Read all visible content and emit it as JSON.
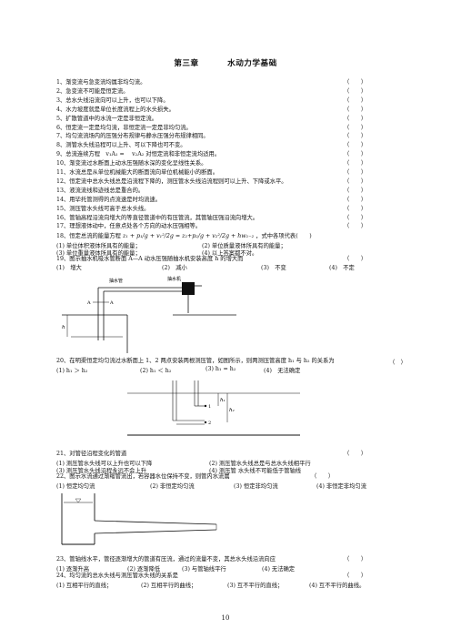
{
  "header": {
    "chapter": "第三章",
    "title": "水动力学基础"
  },
  "questions": [
    {
      "id": "q1",
      "text": "1、渐变流与急变流均属非均匀流。",
      "bracket": "（　　）"
    },
    {
      "id": "q2",
      "text": "2、急变流不可能是恒定流。",
      "bracket": "（　　）"
    },
    {
      "id": "q3",
      "text": "3、总水头线沿流向可以上升，也可以下降。",
      "bracket": "（　　）"
    },
    {
      "id": "q4",
      "text": "4、水力坡度就是单位长度流程上的水头损失。",
      "bracket": "（　　）"
    },
    {
      "id": "q5",
      "text": "5、扩散管道中的水流一定是非恒定流。",
      "bracket": "（　　）"
    },
    {
      "id": "q6",
      "text": "6、恒定流一定是均匀流，非恒定流一定是非均匀流。",
      "bracket": "（　　）"
    },
    {
      "id": "q7",
      "text": "7、均匀流流场内的压强分布规律与静水压强分布规律相同。",
      "bracket": "（　　）"
    },
    {
      "id": "q8",
      "text": "8、测管水头线沿程可以上升、可以下降也可不变。",
      "bracket": "（　　）"
    },
    {
      "id": "q9",
      "text": "9、总流连续方程　v₁A₁ = 　v₂A₂ 对恒定流和非恒定流均适用。",
      "bracket": "（　　）"
    },
    {
      "id": "q10",
      "text": "10、渐变流过水断面上动水压强随水深的变化呈线性关系。",
      "bracket": "（　　）"
    },
    {
      "id": "q11",
      "text": "11、水流总是从单位机械能大的断面流向单位机械能小的断面。",
      "bracket": "（　　）"
    },
    {
      "id": "q12",
      "text": "12、恒定流中总水头线总是沿流程下降的，测压管水头线沿流程则可以上升、下降或水平。",
      "bracket": "（　　）"
    },
    {
      "id": "q13",
      "text": "13、液流流线和迹线总是重合的。",
      "bracket": "（　　）"
    },
    {
      "id": "q14",
      "text": "14、用毕托管测得的点流速是时均流速。",
      "bracket": "（　　）"
    },
    {
      "id": "q15",
      "text": "15、测压管水头线可高于总水头线。",
      "bracket": "（　　）"
    },
    {
      "id": "q16",
      "text": "16、管轴高程沿流向增大的等直径管道中的有压管流，其管轴压强沿流向增大。",
      "bracket": "（　　）"
    },
    {
      "id": "q17",
      "text": "17、理想液体动中，任意点处各个方向的动水压强相等。",
      "bracket": "（　　）"
    }
  ],
  "q18": {
    "prefix": "18、恒定总流的能量方程",
    "formula": "z₁ + p₁/g + v₁²/2g = z₂+p₂/g + v₂²/2g + hw₁₋₂",
    "suffix": "，式中各项代表(　　)",
    "options": [
      "(1) 单位体积液体所具有的能量；",
      "(2) 单位质量液体所具有的能量；",
      "(3) 单位重量液体所具有的能量；",
      "(4) 以上答案都不对。"
    ]
  },
  "q19": {
    "text": "19、图示抽水机吸水管断面 A—A 动水压强随抽水机安装高度 h 的增大而",
    "bracket": "（　　）",
    "options": [
      "(1)　增大",
      "(2)　减小",
      "(3)　不变",
      "(4)　不定"
    ],
    "fig": {
      "left_label": "抽水管",
      "right_label": "抽水机",
      "h": "h",
      "a": "A",
      "a2": "A"
    }
  },
  "q20": {
    "text": "20、在明渠恒定均匀流过水断面上 1、2 两点安装两根测压管，如图所示，则两测压管高度 h₁ 与 h₂ 的关系为",
    "bracket": "（　）",
    "options": [
      "(1) h₁ ＞ h₂",
      "(2) h₁ ＜ h₂",
      "(3) h₁ = h₂",
      "(4)　无法确定"
    ],
    "fig": {
      "h1": "h₁",
      "h2": "h₂",
      "p1": "1",
      "p2": "2"
    }
  },
  "q21": {
    "text": "21、对管径沿程变化的管道",
    "bracket": "（　　）",
    "options": [
      "(1) 测压管水头线可以上升也可以下降",
      "(2) 测压管水头线总是与总水头线相平行",
      "(3) 测压管水头线沿程永远不会上升",
      "(4) 测压管 水头线不可能低于管轴线"
    ]
  },
  "q22": {
    "text": "22、图示水流通过渐缩管流出，若容器水位保持不变，则管内水流属",
    "bracket": "（　　）",
    "options": [
      "(1) 恒定均匀流",
      "(2) 非恒定均匀流",
      "(3) 恒定非均匀流",
      "(4) 非恒定非均匀流"
    ]
  },
  "q23": {
    "text": "23、管轴线水平，管径逐渐增大的管道有压流，通过的流量不变，其总水头线沿流向应",
    "bracket": "（　　）",
    "options": [
      "(1) 逐渐升高",
      "(2) 逐渐降低",
      "(3) 与管轴线平行",
      "(4) 无法确定"
    ]
  },
  "q24": {
    "text": "24、均匀流的总水头线与测压管水头线的关系是",
    "bracket": "（　　）",
    "options": [
      "(1) 互相平行的直线；",
      "(2) 互相平行的曲线；",
      "(3) 互不平行的直线；",
      "(4) 互不平行的曲线。"
    ]
  },
  "page_number": "10"
}
